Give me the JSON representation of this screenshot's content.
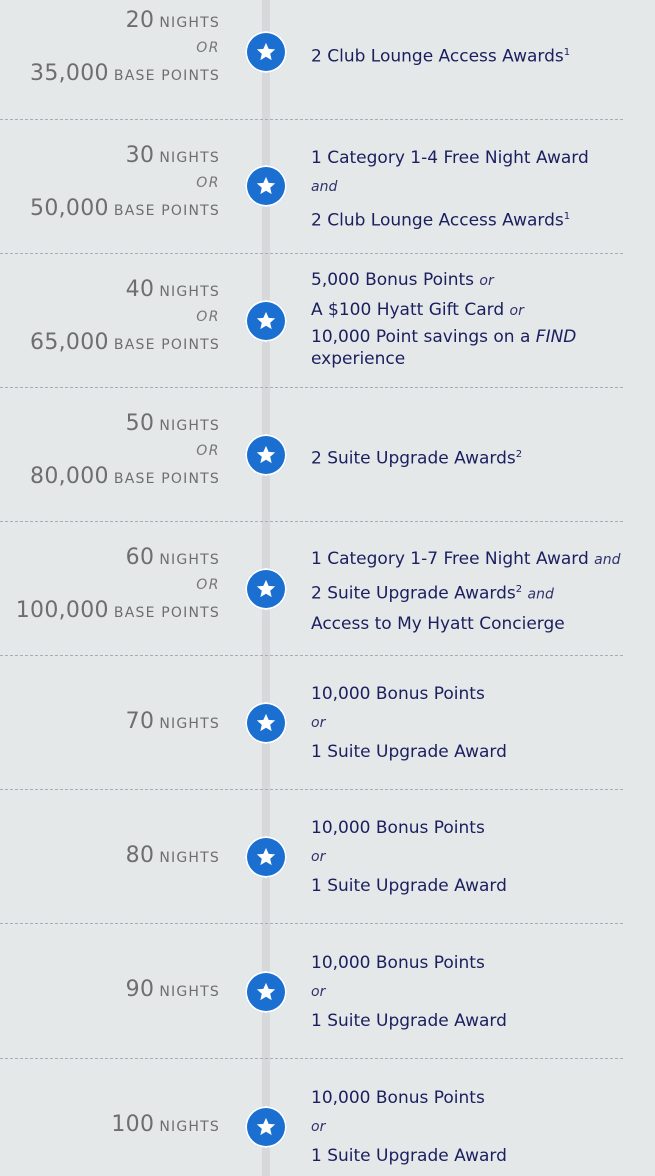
{
  "tiers": [
    {
      "nights": "20",
      "or": "OR",
      "points": "35,000",
      "nights_unit": "NIGHTS",
      "points_unit": "BASE POINTS",
      "reward": {
        "a": "2 Club Lounge Access Awards",
        "a_sup": "1"
      }
    },
    {
      "nights": "30",
      "or": "OR",
      "points": "50,000",
      "nights_unit": "NIGHTS",
      "points_unit": "BASE POINTS",
      "reward": {
        "a": "1 Category 1-4 Free Night Award",
        "conj1": "and",
        "b": "2 Club Lounge Access Awards",
        "b_sup": "1"
      }
    },
    {
      "nights": "40",
      "or": "OR",
      "points": "65,000",
      "nights_unit": "NIGHTS",
      "points_unit": "BASE POINTS",
      "reward": {
        "a": "5,000 Bonus Points",
        "a_conj": "or",
        "b": "A $100 Hyatt Gift Card",
        "b_conj": "or",
        "c1": "10,000 Point savings on a",
        "c_em": "FIND",
        "c2": "experience"
      }
    },
    {
      "nights": "50",
      "or": "OR",
      "points": "80,000",
      "nights_unit": "NIGHTS",
      "points_unit": "BASE POINTS",
      "reward": {
        "a": "2 Suite Upgrade Awards",
        "a_sup": "2"
      }
    },
    {
      "nights": "60",
      "or": "OR",
      "points": "100,000",
      "nights_unit": "NIGHTS",
      "points_unit": "BASE POINTS",
      "reward": {
        "a": "1 Category 1-7 Free Night Award",
        "a_conj": "and",
        "b": "2 Suite Upgrade Awards",
        "b_sup": "2",
        "b_conj": "and",
        "c": "Access to My Hyatt Concierge"
      }
    },
    {
      "nights": "70",
      "nights_unit": "NIGHTS",
      "reward": {
        "a": "10,000 Bonus Points",
        "conj1": "or",
        "b": "1 Suite Upgrade Award"
      }
    },
    {
      "nights": "80",
      "nights_unit": "NIGHTS",
      "reward": {
        "a": "10,000 Bonus Points",
        "conj1": "or",
        "b": "1 Suite Upgrade Award"
      }
    },
    {
      "nights": "90",
      "nights_unit": "NIGHTS",
      "reward": {
        "a": "10,000 Bonus Points",
        "conj1": "or",
        "b": "1 Suite Upgrade Award"
      }
    },
    {
      "nights": "100",
      "nights_unit": "NIGHTS",
      "reward": {
        "a": "10,000 Bonus Points",
        "conj1": "or",
        "b": "1 Suite Upgrade Award"
      }
    }
  ],
  "colors": {
    "background": "#e5e8e9",
    "star": "#1a6fd0",
    "reward_text": "#1b1f5e",
    "milestone_text": "#6e6e70"
  },
  "icon": "star-icon"
}
